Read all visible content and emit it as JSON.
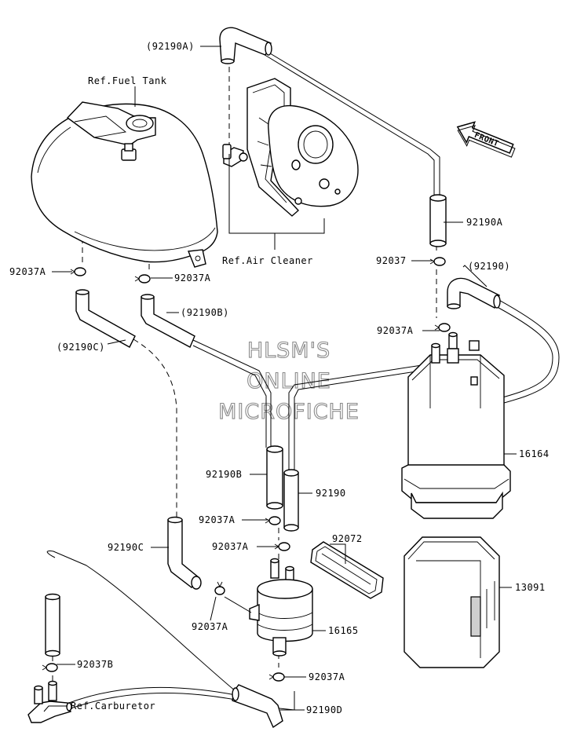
{
  "watermark": {
    "line1": "HLSM'S",
    "line2": "ONLINE",
    "line3": "MICROFICHE"
  },
  "front_badge": "FRONT",
  "labels": {
    "hose_92190A_top": "(92190A)",
    "ref_fuel_tank": "Ref.Fuel Tank",
    "hose_92190A_right": "92190A",
    "ref_air_cleaner": "Ref.Air Cleaner",
    "clamp_92037A_left": "92037A",
    "clamp_92037A_tank": "92037A",
    "clamp_92037": "92037",
    "hose_92190_top": "(92190)",
    "hose_92190B_paren": "(92190B)",
    "clamp_92037A_canister": "92037A",
    "hose_92190C_paren": "(92190C)",
    "canister_16164": "16164",
    "hose_92190B": "92190B",
    "hose_92190": "92190",
    "clamp_92037A_mid": "92037A",
    "bracket_92072": "92072",
    "clamp_92037A_filter_top": "92037A",
    "hose_92190C": "92190C",
    "case_13091": "13091",
    "clamp_92037A_filter_left": "92037A",
    "filter_16165": "16165",
    "clamp_92037B": "92037B",
    "clamp_92037A_filter_bottom": "92037A",
    "ref_carburetor": "Ref.Carburetor",
    "hose_92190D": "92190D"
  }
}
